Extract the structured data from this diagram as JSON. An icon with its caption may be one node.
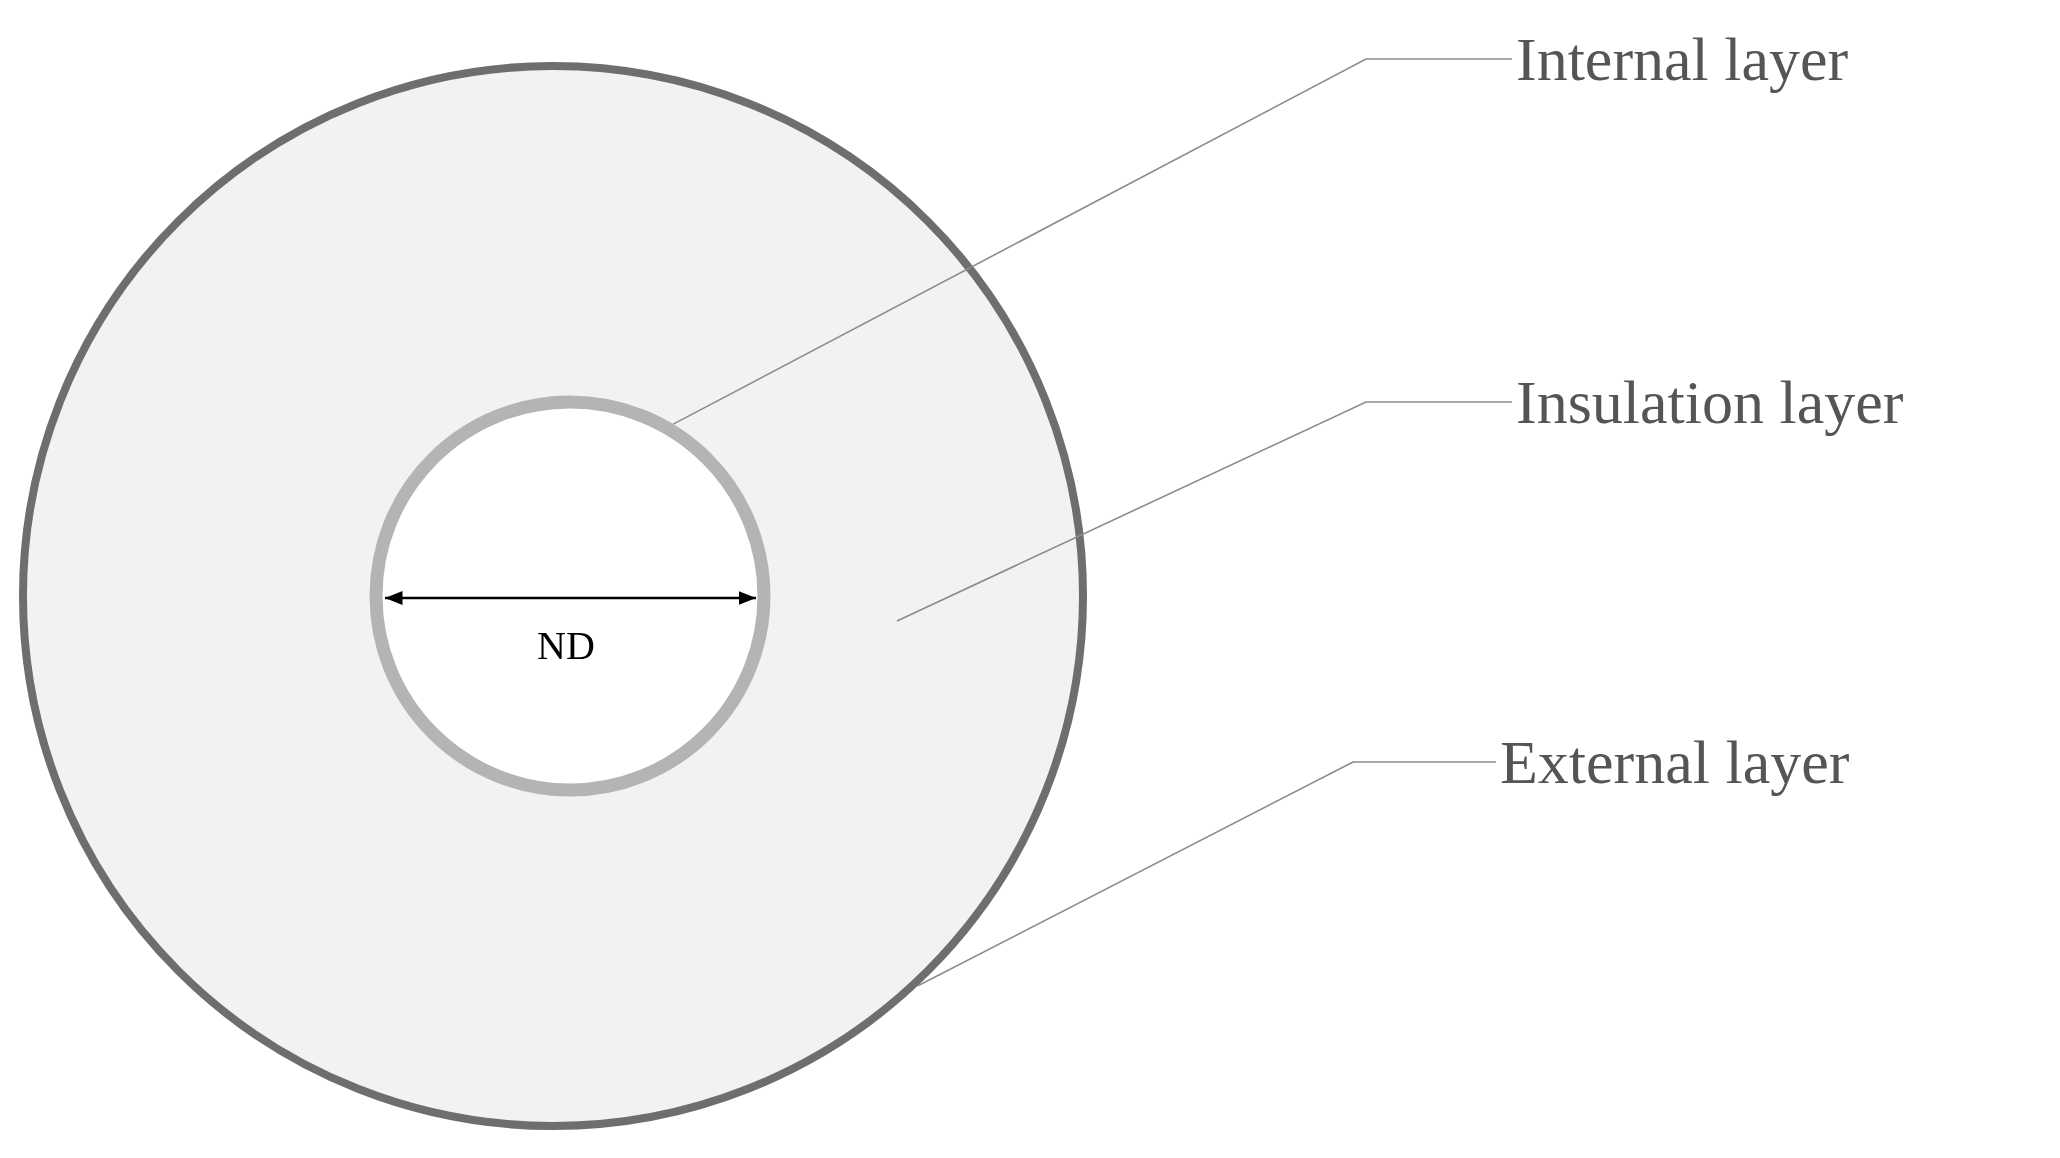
{
  "diagram": {
    "nodes": [
      {
        "text": [],
        "shape": "circle"
      },
      {
        "text": [],
        "shape": "circle",
        "in": 0
      },
      {
        "text": [
          "Internal layer"
        ]
      },
      {
        "text": [
          "Insulation layer"
        ]
      },
      {
        "text": [
          "External layer"
        ]
      }
    ],
    "edges": [
      {
        "from": 2,
        "to": 1,
        "arrow": "none"
      },
      {
        "from": 3,
        "to": null,
        "arrow": "none"
      },
      {
        "from": 4,
        "to": 0,
        "arrow": "none"
      }
    ],
    "labels": [
      "ND"
    ]
  }
}
